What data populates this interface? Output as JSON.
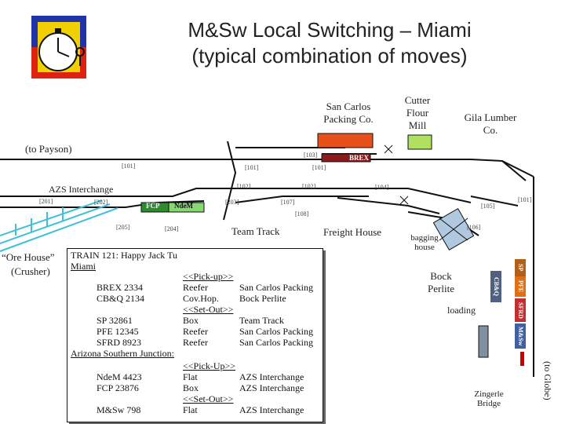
{
  "slide": {
    "title_line1": "M&Sw Local Switching – Miami",
    "title_line2": "(typical combination of moves)"
  },
  "places": {
    "san_carlos": "San Carlos Packing Co.",
    "cutter_flour": "Cutter Flour Mill",
    "gila_lumber": "Gila Lumber Co.",
    "to_payson": "(to Payson)",
    "azs_interchange": "AZS Interchange",
    "team_track": "Team Track",
    "freight_house": "Freight House",
    "bagging_house": "bagging house",
    "ore_house": "“Ore House”",
    "crusher": "(Crusher)",
    "bock_perlite": "Bock Perlite",
    "loading": "loading",
    "zingerle_bridge": "Zingerle Bridge",
    "to_globe": "(to Globe)"
  },
  "track_numbers": [
    "[101]",
    "[101]",
    "[101]",
    "[102]",
    "[102]",
    "[103]",
    "[104]",
    "[105]",
    "[101]",
    "[106]",
    "[107]",
    "[108]",
    "[201]",
    "[202]",
    "[203]",
    "[204]",
    "[205]"
  ],
  "cars": {
    "brex": "BREX",
    "fcp": "FCP",
    "ndem": "NdeM",
    "sp": "SP",
    "pfe": "PFE",
    "cbq": "CB&Q",
    "sfrd": "SFRD",
    "msw": "M&Sw"
  },
  "train_card": {
    "heading": "TRAIN 121: Happy Jack Tu",
    "location": "Miami",
    "pickup_label": "<<Pick-up>>",
    "pickup_miami": [
      {
        "car": "BREX 2334",
        "type": "Reefer",
        "dest": "San Carlos Packing"
      },
      {
        "car": "CB&Q 2134",
        "type": "Cov.Hop.",
        "dest": "Bock Perlite"
      }
    ],
    "setout_label": "<<Set-Out>>",
    "setout_miami": [
      {
        "car": "SP 32861",
        "type": "Box",
        "dest": "Team Track"
      },
      {
        "car": "PFE 12345",
        "type": "Reefer",
        "dest": "San Carlos Packing"
      },
      {
        "car": "SFRD 8923",
        "type": "Reefer",
        "dest": "San Carlos Packing"
      }
    ],
    "junction": "Arizona Southern Junction:",
    "pickup_label2": "<<Pick-Up>>",
    "pickup_junction": [
      {
        "car": "NdeM 4423",
        "type": "Flat",
        "dest": "AZS Interchange"
      },
      {
        "car": "FCP 23876",
        "type": "Box",
        "dest": "AZS Interchange"
      }
    ],
    "setout_label2": "<<Set-Out>>",
    "setout_junction": [
      {
        "car": "M&Sw 798",
        "type": "Flat",
        "dest": "AZS Interchange"
      }
    ]
  },
  "colors": {
    "logo_blue": "#2233aa",
    "logo_red": "#dd2211",
    "logo_yellow": "#f0d000",
    "brex_car": "#8b1a1a",
    "san_carlos_building": "#e8501a",
    "cutter_mill": "#b0e060",
    "fcp_car": "#2e8b2e",
    "ndem_car": "#88d870",
    "spur_ladder": "#40c0d8",
    "sp_car": "#b06018",
    "pfe_car": "#e07018",
    "cbq_car": "#506080",
    "sfrd_car": "#c03030",
    "msw_car": "#4060a0",
    "bagging_house": "#b0c8e0",
    "loader": "#8090a0",
    "signal_red": "#cc0000"
  }
}
